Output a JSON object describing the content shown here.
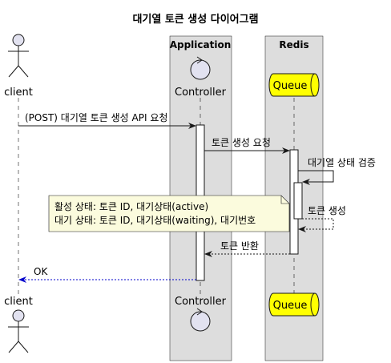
{
  "title": "대기열 토큰 생성 다이어그램",
  "boxes": {
    "application": "Application",
    "redis": "Redis"
  },
  "participants": {
    "client": "client",
    "controller": "Controller",
    "queue": "Queue"
  },
  "messages": {
    "m1": "(POST) 대기열 토큰 생성 API 요청",
    "m2": "토큰 생성 요청",
    "m3": "대기열 상태 검증",
    "m4": "토큰 생성",
    "m5": "토큰 반환",
    "m6": "OK"
  },
  "note": {
    "line1": "활성 상태: 토큰 ID, 대기상태(active)",
    "line2": "대기 상태: 토큰 ID, 대기상태(waiting), 대기번호"
  },
  "colors": {
    "box_fill": "#dddddd",
    "queue_fill": "#ffff00",
    "note_fill": "#fbfbdd",
    "actor_fill": "#e2e2f0",
    "ok_arrow": "#0000cc"
  }
}
